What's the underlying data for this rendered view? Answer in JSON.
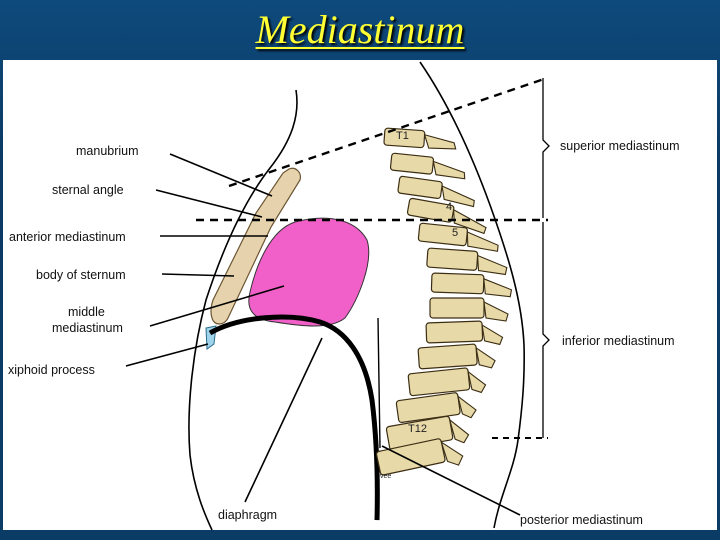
{
  "slide": {
    "title": "Mediastinum",
    "colors": {
      "title": "#ffff33",
      "background": "#0b3c66",
      "middle_mediastinum_fill": "#f060c8",
      "sternum_fill": "#e6d2ad",
      "vertebra_fill": "#e8d9a8",
      "xiphoid_fill": "#9fd3ea"
    }
  },
  "labels": {
    "manubrium": "manubrium",
    "sternal_angle": "sternal angle",
    "anterior_mediastinum": "anterior mediastinum",
    "body_of_sternum": "body of sternum",
    "middle_line1": "middle",
    "middle_line2": "mediastinum",
    "xiphoid_process": "xiphoid process",
    "diaphragm": "diaphragm",
    "superior_mediastinum": "superior mediastinum",
    "inferior_mediastinum": "inferior mediastinum",
    "posterior_mediastinum": "posterior mediastinum"
  },
  "vertebra_labels": {
    "t1": "T1",
    "v4": "4",
    "v5": "5",
    "t12": "T12"
  },
  "small_mark": "vee"
}
